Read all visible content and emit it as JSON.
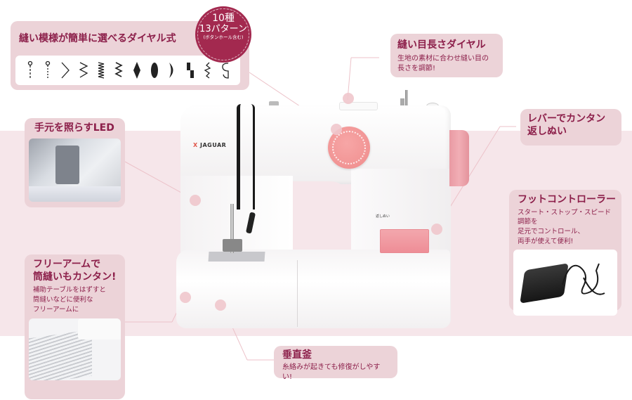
{
  "colors": {
    "accent": "#8c1f4a",
    "callout_bg": "#ecd3d8",
    "band_bg": "#f6e6ea",
    "badge_bg": "#a3294f",
    "machine_pink": "#ef8c8c"
  },
  "machine": {
    "brand": "JAGUAR",
    "brand_mark": "X",
    "reverse_label": "返しぬい"
  },
  "callouts": {
    "pattern_dial": {
      "title": "縫い模様が簡単に選べるダイヤル式",
      "stitch_icons": [
        "buttonhole-1",
        "buttonhole-2",
        "zigzag-wide",
        "zigzag-3",
        "satin-zigzag",
        "triple-zigzag",
        "satin-diamond",
        "satin-oval",
        "satin-crescent",
        "satin-step",
        "ric-rac",
        "serpentine"
      ],
      "badge": {
        "line1": "10種",
        "line2": "13パターン",
        "line3": "(ボタンホール含む)"
      }
    },
    "stitch_length": {
      "title": "縫い目長さダイヤル",
      "desc_line1": "生地の素材に合わせ縫い目の",
      "desc_line2": "長さを調節!"
    },
    "led": {
      "title": "手元を照らすLED"
    },
    "reverse": {
      "title_line1": "レバーでカンタン",
      "title_line2": "返しぬい"
    },
    "foot_controller": {
      "title": "フットコントローラー",
      "desc_line1": "スタート・ストップ・スピード調節を",
      "desc_line2": "足元でコントロール、",
      "desc_line3": "両手が使えて便利!"
    },
    "free_arm": {
      "title_line1": "フリーアームで",
      "title_line2": "筒縫いもカンタン!",
      "desc_line1": "補助テーブルをはずすと",
      "desc_line2": "筒縫いなどに便利な",
      "desc_line3": "フリーアームに"
    },
    "vertical_hook": {
      "title": "垂直釜",
      "desc": "糸絡みが起きても修復がしやすい!"
    }
  }
}
